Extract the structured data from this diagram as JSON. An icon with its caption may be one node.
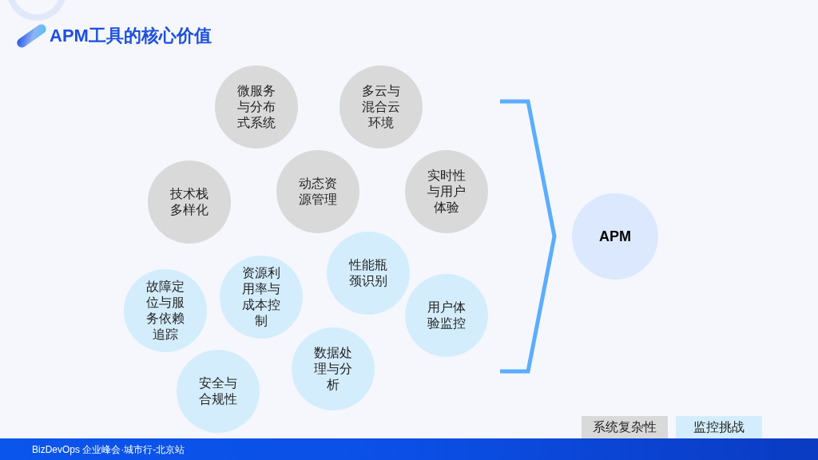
{
  "diagram": {
    "title": "APM工具的核心价值",
    "nodes": [
      {
        "text": [
          "微服务与分布式系统"
        ]
      },
      {
        "text": [
          "多云与混合云环境"
        ]
      },
      {
        "text": [
          "技术栈多样化"
        ]
      },
      {
        "text": [
          "动态资源管理"
        ]
      },
      {
        "text": [
          "实时性与用户体验"
        ]
      },
      {
        "text": [
          "性能瓶颈识别"
        ]
      },
      {
        "text": [
          "资源利用率与成本控制"
        ]
      },
      {
        "text": [
          "故障定位与服务依赖追踪"
        ]
      },
      {
        "text": [
          "用户体验监控"
        ]
      },
      {
        "text": [
          "数据处理与分析"
        ]
      },
      {
        "text": [
          "安全与合规性"
        ]
      },
      {
        "text": [
          "APM"
        ]
      }
    ],
    "labels": [
      "BizDevOps 企业峰会·城市行-北京站"
    ],
    "legend": [
      {
        "text": "系统复杂性",
        "color": "#d9d9d9"
      },
      {
        "text": "监控挑战",
        "color": "#d4edfc"
      }
    ]
  }
}
